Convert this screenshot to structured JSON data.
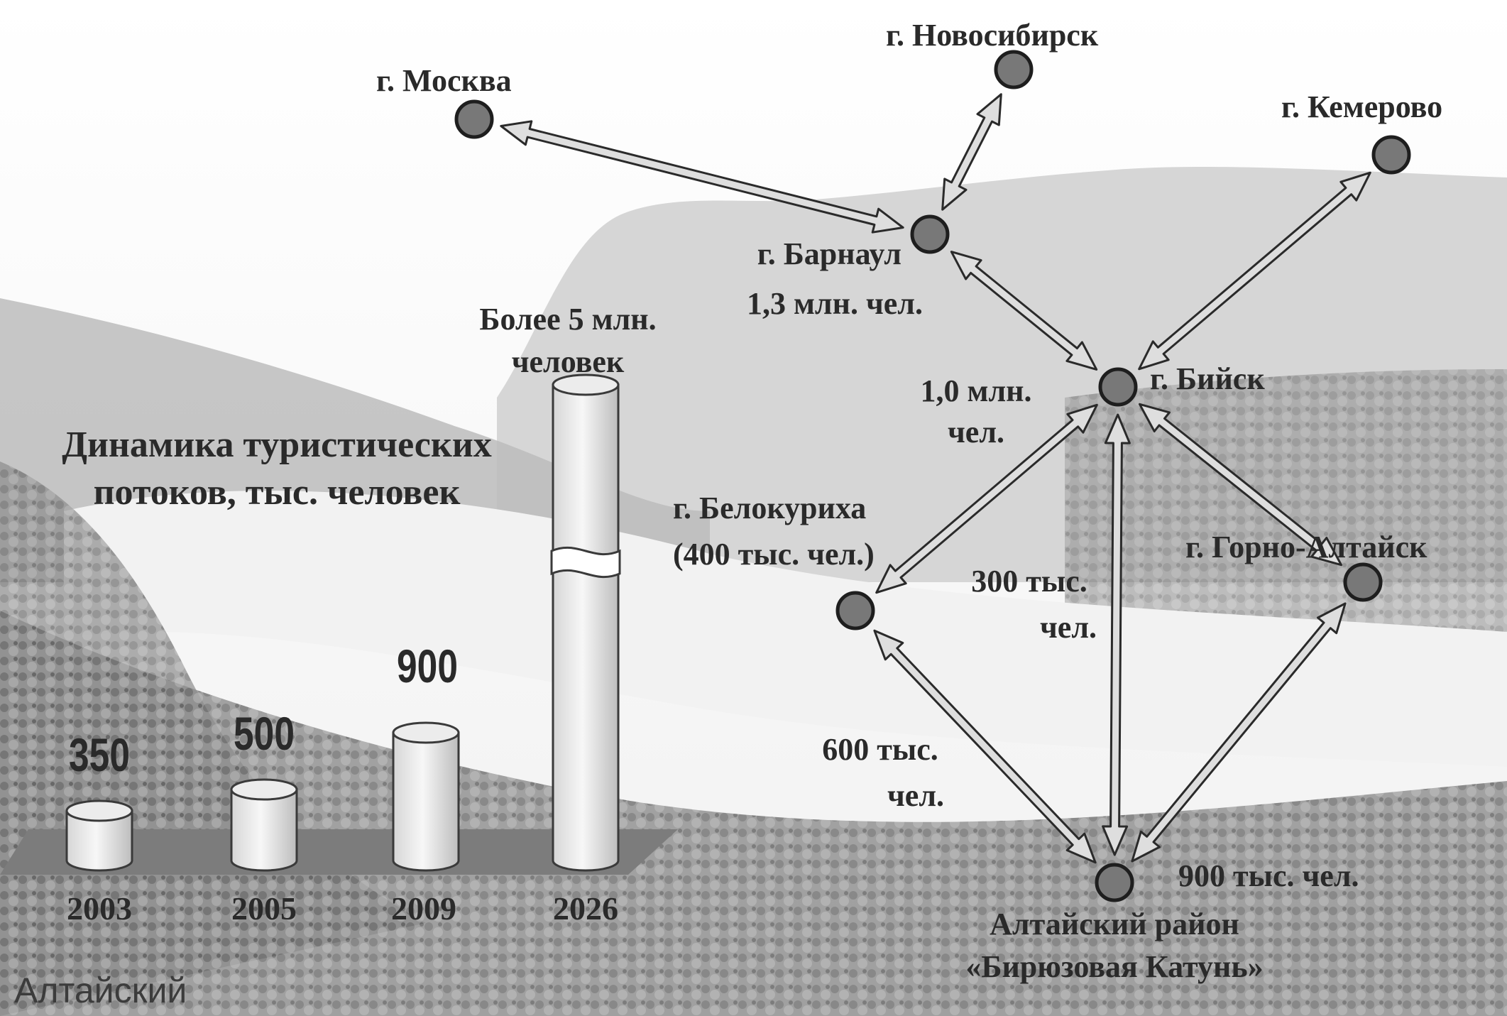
{
  "cities": {
    "moscow": "г. Москва",
    "novosibirsk": "г. Новосибирск",
    "kemerovo": "г. Кемерово",
    "barnaul": "г. Барнаул",
    "barnaul_pop": "1,3 млн. чел.",
    "biysk": "г. Бийск",
    "biysk_pop_line1": "1,0 млн.",
    "biysk_pop_line2": "чел.",
    "belokurikha": "г. Белокуриха",
    "belokurikha_pop": "(400 тыс. чел.)",
    "gorno_altaysk": "г. Горно-Алтайск",
    "flow_300_line1": "300 тыс.",
    "flow_300_line2": "чел.",
    "flow_600_line1": "600 тыс.",
    "flow_600_line2": "чел.",
    "flow_900": "900 тыс. чел.",
    "altai_district_line1": "Алтайский район",
    "altai_district_line2": "«Бирюзовая Катунь»"
  },
  "chart_data": {
    "type": "bar",
    "title_line1": "Динамика туристических",
    "title_line2": "потоков, тыс. человек",
    "categories": [
      "2003",
      "2005",
      "2009",
      "2026"
    ],
    "values": [
      350,
      500,
      900,
      5000
    ],
    "value_labels": [
      "350",
      "500",
      "900",
      ""
    ],
    "annotation_line1": "Более 5 млн.",
    "annotation_line2": "человек",
    "axis_break_on": "2026"
  },
  "corner_text": "Алтайский"
}
